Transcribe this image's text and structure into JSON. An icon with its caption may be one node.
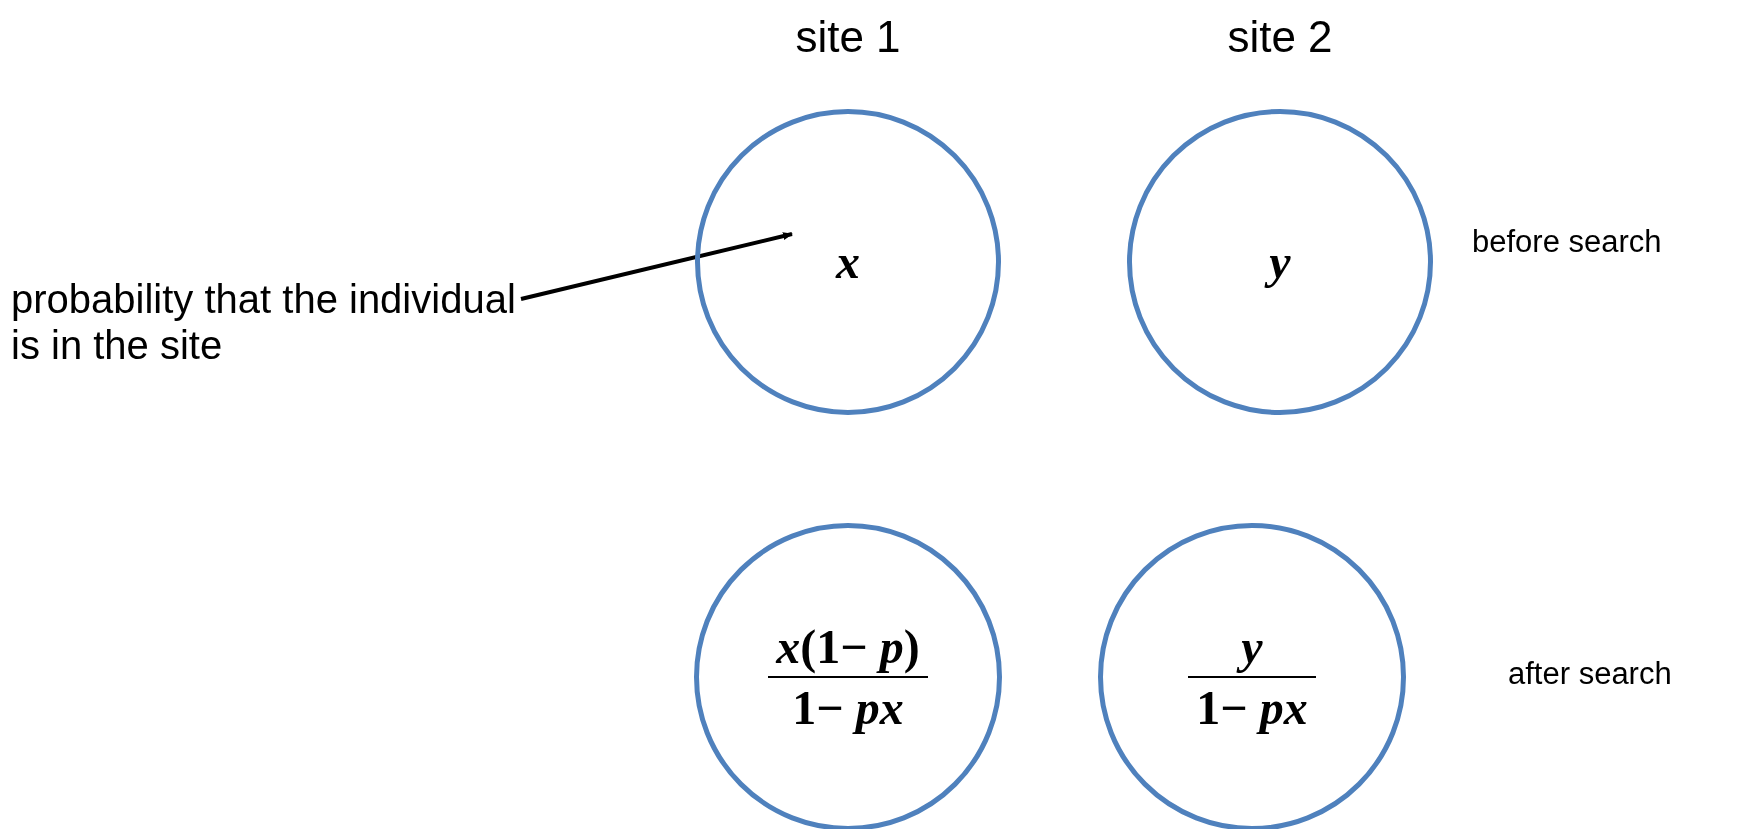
{
  "diagram": {
    "nodes": [
      {
        "text": [
          "x"
        ]
      },
      {
        "text": [
          "y"
        ]
      },
      {
        "text": [
          "probability that the individual is in the site"
        ]
      },
      {
        "text": [
          "*x*(1− *p*)",
          "1− *px*"
        ]
      },
      {
        "text": [
          "*y*",
          "1− *px*"
        ]
      }
    ],
    "edges": [
      {
        "from": 2,
        "to": 0,
        "arrow": "to"
      }
    ],
    "labels": [
      "site 1",
      "site 2",
      "before search",
      "after search"
    ]
  }
}
